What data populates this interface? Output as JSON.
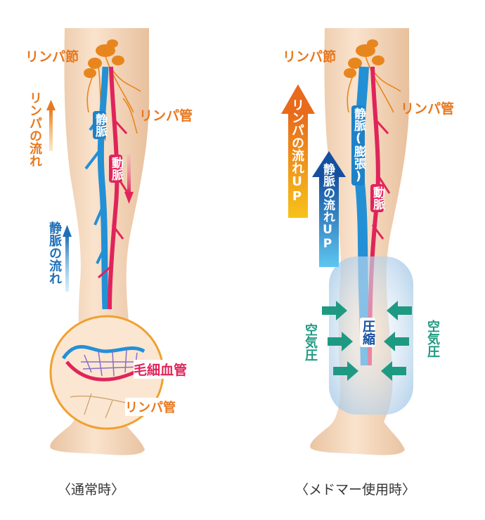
{
  "normal": {
    "lymph_node": "リンパ節",
    "lymph_vessel": "リンパ管",
    "lymph_flow": "リンパの流れ",
    "vein": "静脈",
    "artery": "動脈",
    "vein_flow": "静脈の流れ",
    "capillary": "毛細血管",
    "lymph_vessel_inset": "リンパ管",
    "caption": "〈通常時〉"
  },
  "medomer": {
    "lymph_node": "リンパ節",
    "lymph_vessel": "リンパ管",
    "lymph_flow_up": "リンパの流れUP",
    "vein_dilated": "静脈(膨張)",
    "artery": "動脈",
    "vein_flow_up": "静脈の流れUP",
    "compression": "圧縮",
    "air_pressure_left": "空気圧",
    "air_pressure_right": "空気圧",
    "caption": "〈メドマー使用時〉"
  },
  "colors": {
    "lymph": "#e8781e",
    "vein": "#1e82c8",
    "artery": "#e0245a",
    "air": "#1f9a82",
    "skin": "#f7dcc3"
  }
}
